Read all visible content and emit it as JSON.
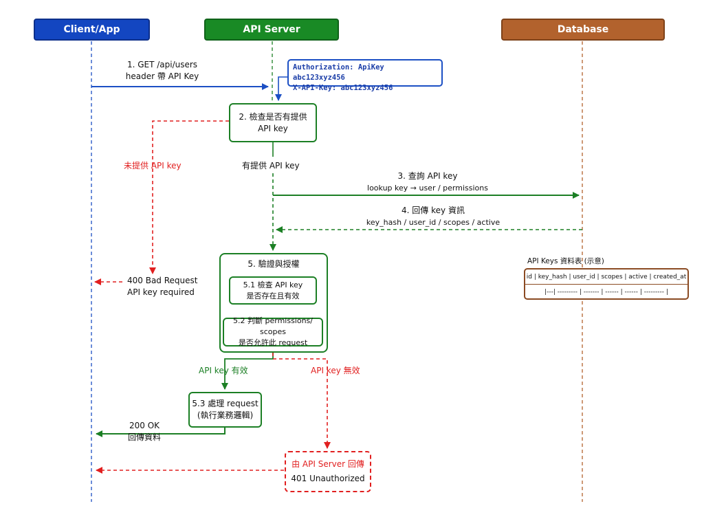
{
  "lanes": {
    "client": "Client/App",
    "api": "API Server",
    "db": "Database"
  },
  "request": {
    "line1": "1.  GET /api/users",
    "line2": "header 帶 API Key"
  },
  "auth_header": {
    "line1": "Authorization: ApiKey abc123xyz456",
    "line2": "X-API-Key: abc123xyz456"
  },
  "step2": {
    "line1": "2. 檢查是否有提供",
    "line2": "API key"
  },
  "branch_missing": "未提供 API key",
  "branch_present": "有提供 API key",
  "step3": {
    "line1": "3.  查詢 API key",
    "line2": "lookup key → user / permissions"
  },
  "step4": {
    "line1": "4.  回傳 key 資訊",
    "line2": "key_hash / user_id / scopes / active"
  },
  "bad_request": {
    "line1": "400 Bad Request",
    "line2": "API key required"
  },
  "step5": {
    "title": "5.  驗證與授權",
    "s51_line1": "5.1 檢查 API key",
    "s51_line2": "是否存在且有效",
    "s52_line1": "5.2 判斷 permissions/ scopes",
    "s52_line2": "是否允許此 request"
  },
  "valid_label": "API key 有效",
  "invalid_label": "API key 無效",
  "step53": {
    "line1": "5.3 處理 request",
    "line2": "(執行業務邏輯)"
  },
  "ok_response": {
    "line1": "200 OK",
    "line2": "回傳資料"
  },
  "unauthorized": {
    "line1": "由 API Server 回傳",
    "line2": "401 Unauthorized"
  },
  "table": {
    "title": "API Keys 資料表 (示意)",
    "header": "id  |  key_hash  |  user_id  |  scopes  |  active  |  created_at",
    "separator": "|---|  ---------  |  -------  |  ------  |  ------  |  ---------  |"
  },
  "colors": {
    "client": "#1346c1",
    "api": "#198a25",
    "db": "#b2622d",
    "error": "#e11f1f",
    "success": "#1b7f24"
  }
}
